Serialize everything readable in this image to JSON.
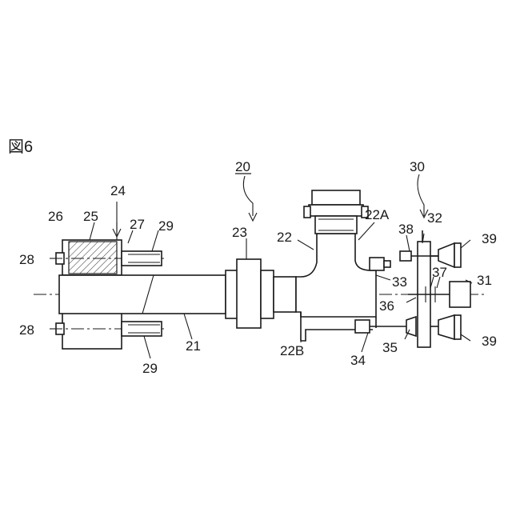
{
  "figure": {
    "title": "図6"
  },
  "labels": {
    "n20": "20",
    "n21": "21",
    "n22": "22",
    "n22A": "22A",
    "n22B": "22B",
    "n23": "23",
    "n24": "24",
    "n25": "25",
    "n26": "26",
    "n27": "27",
    "n28a": "28",
    "n28b": "28",
    "n29a": "29",
    "n29b": "29",
    "n30": "30",
    "n31": "31",
    "n32": "32",
    "n33": "33",
    "n34": "34",
    "n35": "35",
    "n36": "36",
    "n37": "37",
    "n38": "38",
    "n39a": "39",
    "n39b": "39"
  }
}
